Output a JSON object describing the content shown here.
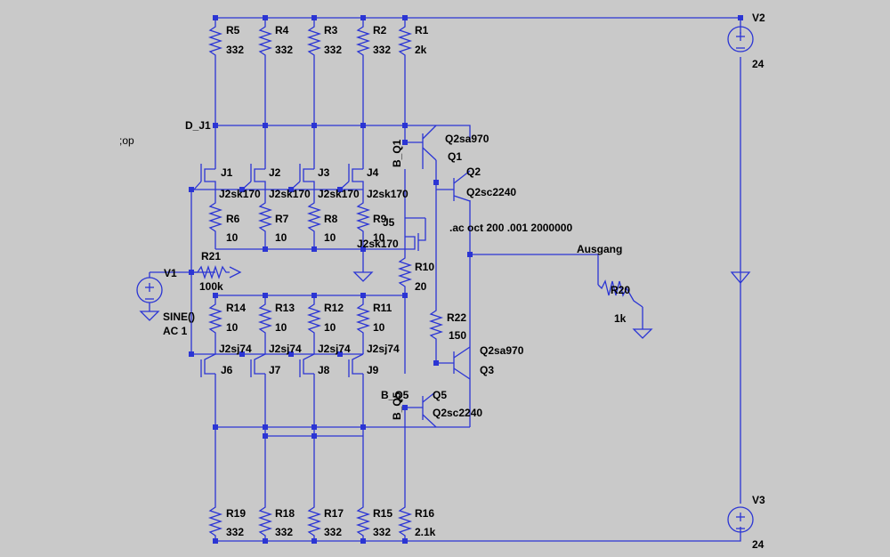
{
  "components": {
    "R5": {
      "name": "R5",
      "value": "332"
    },
    "R4": {
      "name": "R4",
      "value": "332"
    },
    "R3": {
      "name": "R3",
      "value": "332"
    },
    "R2": {
      "name": "R2",
      "value": "332"
    },
    "R1": {
      "name": "R1",
      "value": "2k"
    },
    "R6": {
      "name": "R6",
      "value": "10"
    },
    "R7": {
      "name": "R7",
      "value": "10"
    },
    "R8": {
      "name": "R8",
      "value": "10"
    },
    "R9": {
      "name": "R9",
      "value": "10"
    },
    "R10": {
      "name": "R10",
      "value": "20"
    },
    "R21": {
      "name": "R21",
      "value": "100k"
    },
    "R14": {
      "name": "R14",
      "value": "10"
    },
    "R13": {
      "name": "R13",
      "value": "10"
    },
    "R12": {
      "name": "R12",
      "value": "10"
    },
    "R11": {
      "name": "R11",
      "value": "10"
    },
    "R22": {
      "name": "R22",
      "value": "150"
    },
    "R20": {
      "name": "R20",
      "value": "1k"
    },
    "R19": {
      "name": "R19",
      "value": "332"
    },
    "R18": {
      "name": "R18",
      "value": "332"
    },
    "R17": {
      "name": "R17",
      "value": "332"
    },
    "R15": {
      "name": "R15",
      "value": "332"
    },
    "R16": {
      "name": "R16",
      "value": "2.1k"
    },
    "J1": {
      "name": "J1",
      "model": "J2sk170"
    },
    "J2": {
      "name": "J2",
      "model": "J2sk170"
    },
    "J3": {
      "name": "J3",
      "model": "J2sk170"
    },
    "J4": {
      "name": "J4",
      "model": "J2sk170"
    },
    "J5": {
      "name": "J5",
      "model": "J2sk170"
    },
    "J6": {
      "name": "J6",
      "model": "J2sj74"
    },
    "J7": {
      "name": "J7",
      "model": "J2sj74"
    },
    "J8": {
      "name": "J8",
      "model": "J2sj74"
    },
    "J9": {
      "name": "J9",
      "model": "J2sj74"
    },
    "Q1": {
      "name": "Q1",
      "model": "Q2sa970"
    },
    "Q2": {
      "name": "Q2",
      "model": "Q2sc2240"
    },
    "Q3": {
      "name": "Q3",
      "model": "Q2sa970"
    },
    "Q5": {
      "name": "Q5",
      "model": "Q2sc2240"
    },
    "V1": {
      "name": "V1",
      "line1": "SINE()",
      "line2": "AC 1"
    },
    "V2": {
      "name": "V2",
      "value": "24"
    },
    "V3": {
      "name": "V3",
      "value": "24"
    }
  },
  "labels": {
    "op": ";op",
    "ac": ".ac oct 200 .001 2000000",
    "ausgang": "Ausgang",
    "d_j1": "D_J1",
    "b_q1": "B_Q1",
    "b_q5": "B_Q5"
  },
  "colors": {
    "wire": "#2b35d4",
    "background": "#c9c9c9",
    "text": "#000000"
  }
}
